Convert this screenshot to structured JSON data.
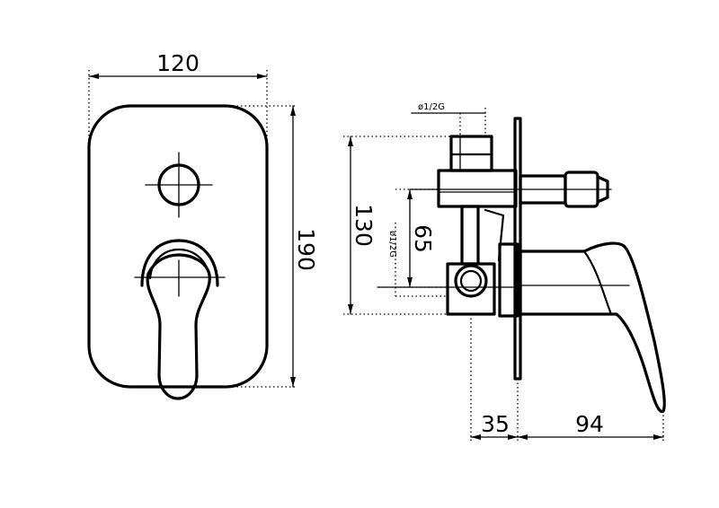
{
  "front_view": {
    "width_label": "120",
    "height_label": "190"
  },
  "side_view": {
    "overall_height_label": "130",
    "outlet_height_label": "65",
    "thread_top_label": "ø1/2G",
    "thread_side_label": "ø1/2G",
    "depth_wall_label": "35",
    "depth_handle_label": "94"
  }
}
